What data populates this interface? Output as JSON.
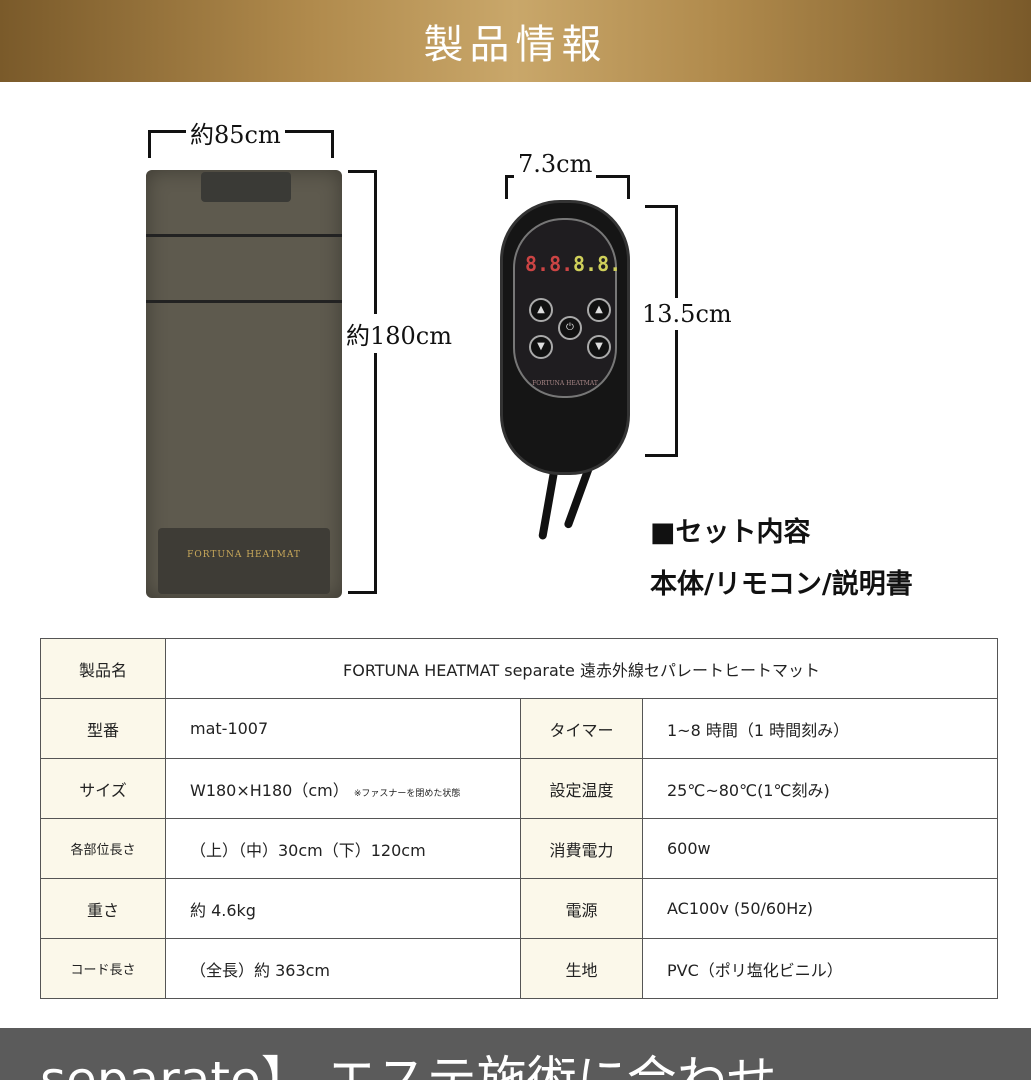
{
  "header": {
    "title": "製品情報"
  },
  "mat": {
    "width_label": "約85cm",
    "height_label": "約180cm",
    "brand_print": "FORTUNA HEATMAT"
  },
  "remote": {
    "width_label": "7.3cm",
    "height_label": "13.5cm",
    "display_left": "8.8.",
    "display_right": "8.8.",
    "brand_print": "FORTUNA HEATMAT"
  },
  "set_contents": {
    "title": "■セット内容",
    "items": "本体/リモコン/説明書"
  },
  "spec": {
    "product_name_label": "製品名",
    "product_name": "FORTUNA HEATMAT separate 遠赤外線セパレートヒートマット",
    "rows": [
      {
        "l1": "型番",
        "v1": "mat-1007",
        "note": "",
        "l2": "タイマー",
        "v2": "1~8 時間（1 時間刻み）"
      },
      {
        "l1": "サイズ",
        "v1": "W180×H180（cm）",
        "note": "※ファスナーを閉めた状態",
        "l2": "設定温度",
        "v2": "25℃~80℃(1℃刻み)"
      },
      {
        "l1": "各部位長さ",
        "v1": "（上）（中）30cm（下）120cm",
        "note": "",
        "l2": "消費電力",
        "v2": "600w"
      },
      {
        "l1": "重さ",
        "v1": "約 4.6kg",
        "note": "",
        "l2": "電源",
        "v2": "AC100v (50/60Hz)"
      },
      {
        "l1": "コード長さ",
        "v1": "（全長）約 363cm",
        "note": "",
        "l2": "生地",
        "v2": "PVC（ポリ塩化ビニル）"
      }
    ]
  },
  "bottom_banner": {
    "text": "separate】 エステ施術に合わせ"
  },
  "colors": {
    "header_gold": "#b08a4c",
    "label_bg": "#fbf8ea",
    "banner_gray": "#5b5b5b"
  }
}
